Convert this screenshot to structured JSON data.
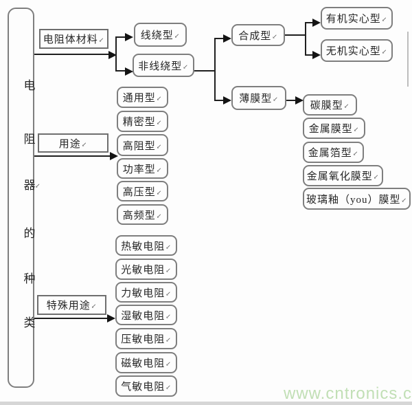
{
  "marks": {
    "return": "↙"
  },
  "title": {
    "chars": [
      "电",
      "阻",
      "器",
      "的",
      "种",
      "类"
    ]
  },
  "branches": {
    "material": {
      "label": "电阻体材料"
    },
    "usage": {
      "label": "用途"
    },
    "special": {
      "label": "特殊用途"
    }
  },
  "material_nodes": {
    "wirewound": {
      "label": "线绕型"
    },
    "non_wirewound": {
      "label": "非线绕型"
    },
    "composite": {
      "label": "合成型"
    },
    "thin_film": {
      "label": "薄膜型"
    },
    "organic_solid": {
      "label": "有机实心型"
    },
    "inorganic_solid": {
      "label": "无机实心型"
    }
  },
  "film_types": [
    {
      "label": "碳膜型"
    },
    {
      "label": "金属膜型"
    },
    {
      "label": "金属箔型"
    },
    {
      "label": "金属氧化膜型"
    },
    {
      "label": "玻璃釉（you）膜型"
    }
  ],
  "usage_types": [
    {
      "label": "通用型"
    },
    {
      "label": "精密型"
    },
    {
      "label": "高阻型"
    },
    {
      "label": "功率型"
    },
    {
      "label": "高压型"
    },
    {
      "label": "高频型"
    }
  ],
  "special_types": [
    {
      "label": "热敏电阻"
    },
    {
      "label": "光敏电阻"
    },
    {
      "label": "力敏电阻"
    },
    {
      "label": "湿敏电阻"
    },
    {
      "label": "压敏电阻"
    },
    {
      "label": "磁敏电阻"
    },
    {
      "label": "气敏电阻"
    }
  ],
  "watermark": {
    "text": "www.cntronics.com",
    "color": "#c1dfb5"
  },
  "colors": {
    "line": "#1f1f1f",
    "box_border": "#7e7e7e",
    "background": "#fdfdfd"
  }
}
